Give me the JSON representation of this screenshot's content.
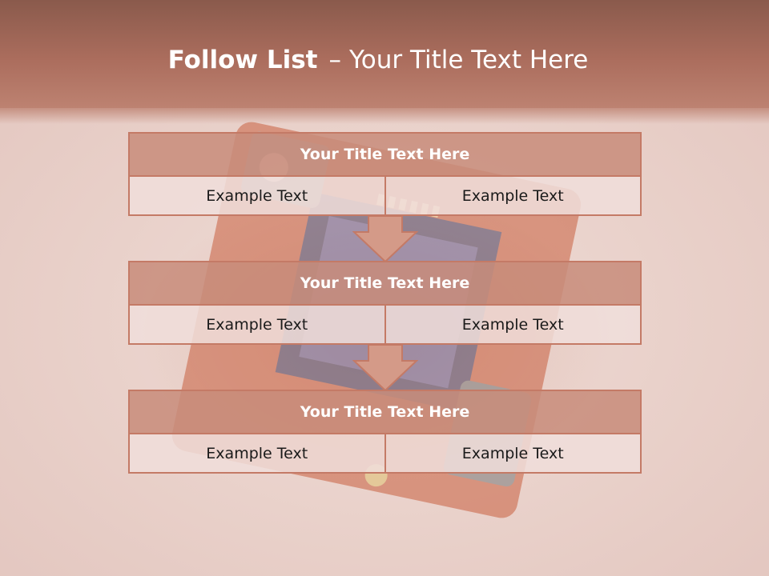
{
  "slide": {
    "title_bold": "Follow List",
    "title_sep": "–",
    "title_rest": "Your Title Text Here"
  },
  "blocks": [
    {
      "title": "Your Title Text Here",
      "left": "Example Text",
      "right": "Example Text"
    },
    {
      "title": "Your Title Text Here",
      "left": "Example Text",
      "right": "Example Text"
    },
    {
      "title": "Your Title Text Here",
      "left": "Example Text",
      "right": "Example Text"
    }
  ],
  "colors": {
    "header": "#ab6d5d",
    "block_title_fill": "#c88c7a",
    "block_border": "#c47a66",
    "cell_fill": "#f0deda",
    "arrow_fill": "#d49a88"
  }
}
